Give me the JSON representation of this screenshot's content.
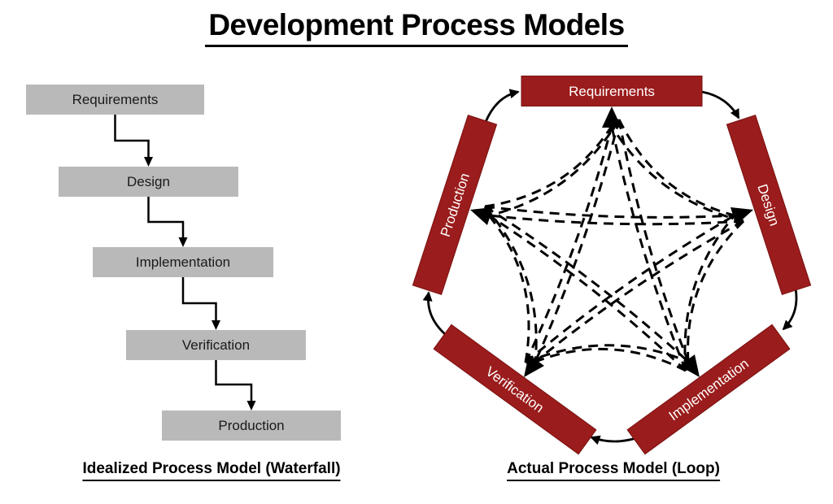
{
  "title": "Development Process Models",
  "waterfall": {
    "caption": "Idealized Process Model (Waterfall)",
    "steps": [
      "Requirements",
      "Design",
      "Implementation",
      "Verification",
      "Production"
    ]
  },
  "loop": {
    "caption": "Actual Process Model (Loop)",
    "nodes": {
      "top": "Requirements",
      "right": "Design",
      "bottom_right": "Implementation",
      "bottom_left": "Verification",
      "left": "Production"
    }
  },
  "colors": {
    "waterfall_box": "#B9B9B9",
    "loop_box": "#9B1C1C",
    "loop_box_border": "#7A1212",
    "line": "#000000",
    "waterfall_text": "#1A1A1A",
    "loop_text": "#FFFFFF"
  }
}
